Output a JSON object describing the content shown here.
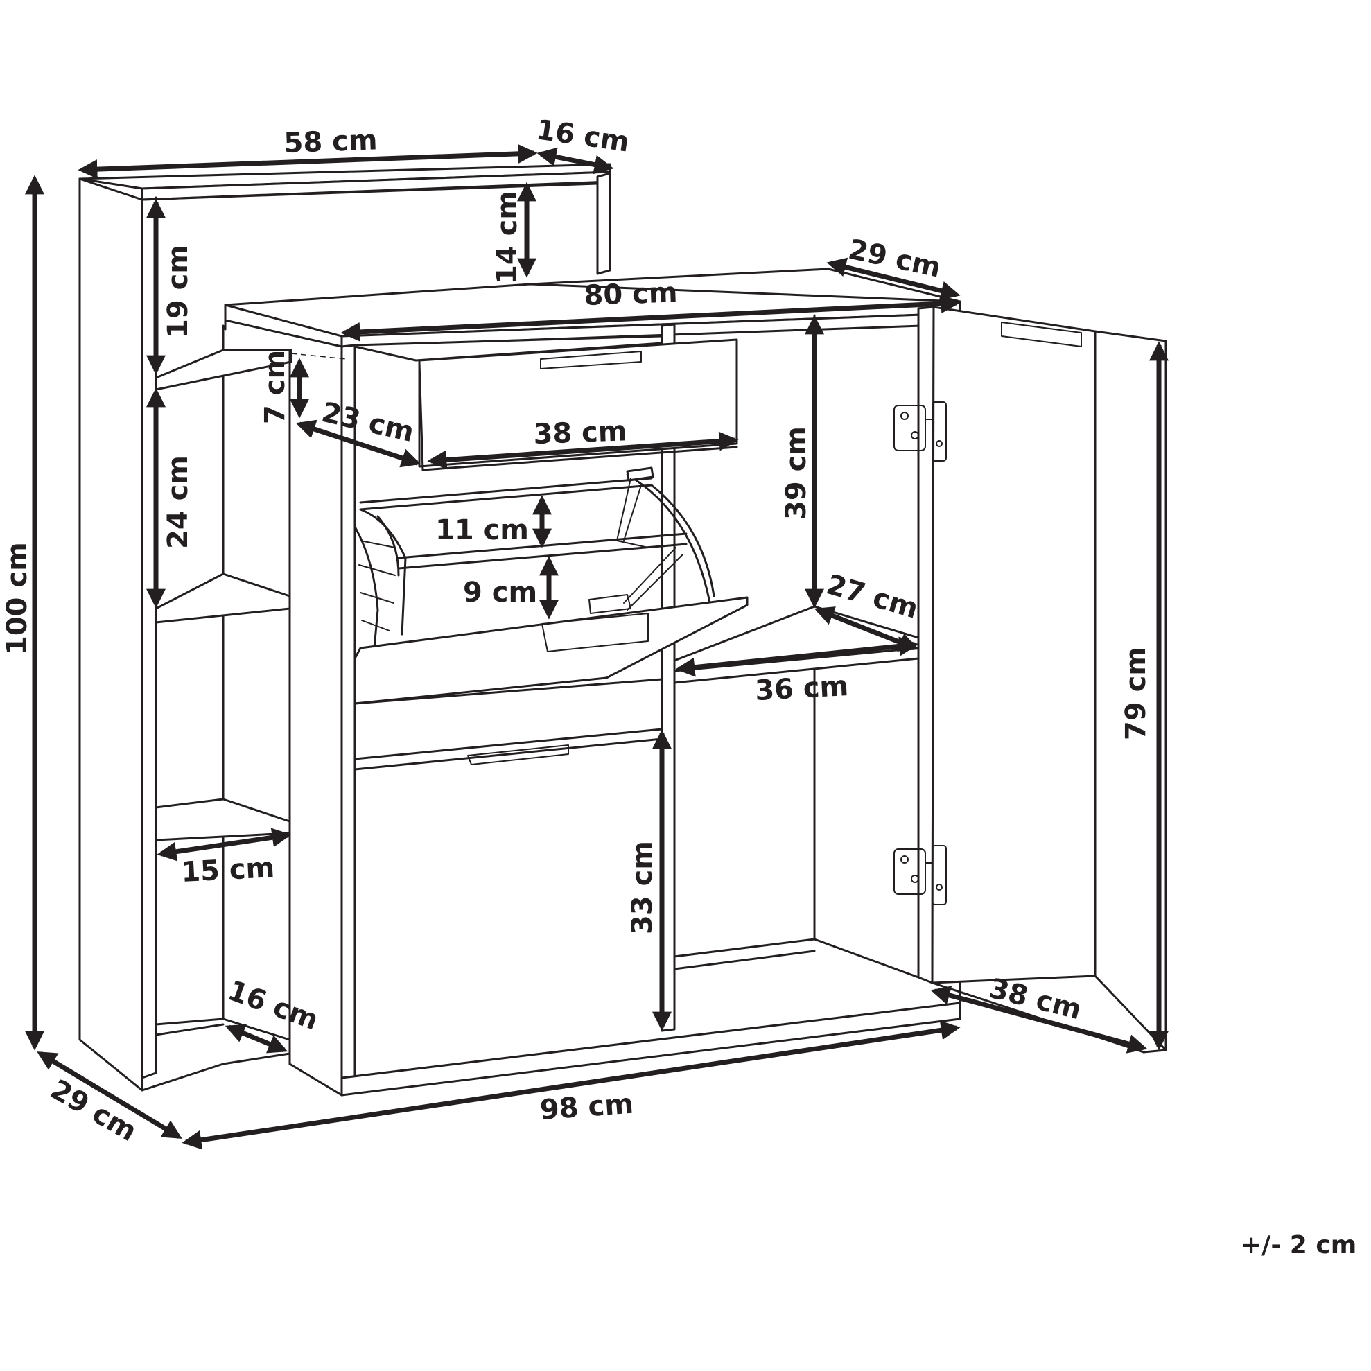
{
  "diagram": {
    "dimensions": {
      "top_width": "58 cm",
      "top_depth": "16 cm",
      "top_shelf_height": "14 cm",
      "upper_open_height": "19 cm",
      "middle_open_height": "24 cm",
      "total_height": "100 cm",
      "cabinet_depth": "29 cm",
      "cabinet_width": "80 cm",
      "drawer_height": "7 cm",
      "drawer_depth": "23 cm",
      "drawer_width": "38 cm",
      "flap_upper_height": "11 cm",
      "flap_lower_height": "9 cm",
      "compartment_height": "39 cm",
      "inner_shelf_depth": "27 cm",
      "inner_shelf_width": "36 cm",
      "door_height": "79 cm",
      "lower_flap_height": "33 cm",
      "side_shelf_width": "15 cm",
      "side_base_depth": "16 cm",
      "base_depth": "29 cm",
      "total_width": "98 cm",
      "door_width": "38 cm"
    },
    "tolerance": "+/- 2 cm"
  }
}
